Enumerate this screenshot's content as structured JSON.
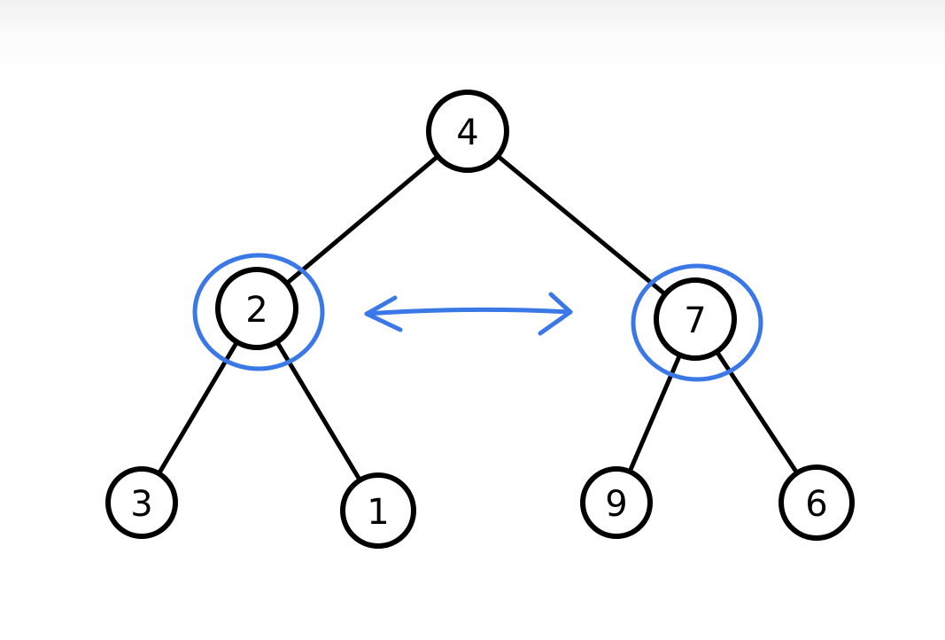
{
  "tree": {
    "nodes": [
      {
        "id": "n4",
        "label": "4"
      },
      {
        "id": "n2",
        "label": "2",
        "highlighted": true
      },
      {
        "id": "n7",
        "label": "7",
        "highlighted": true
      },
      {
        "id": "n3",
        "label": "3"
      },
      {
        "id": "n1",
        "label": "1"
      },
      {
        "id": "n9",
        "label": "9"
      },
      {
        "id": "n6",
        "label": "6"
      }
    ],
    "edges": [
      {
        "from": "n4",
        "to": "n2"
      },
      {
        "from": "n4",
        "to": "n7"
      },
      {
        "from": "n2",
        "to": "n3"
      },
      {
        "from": "n2",
        "to": "n1"
      },
      {
        "from": "n7",
        "to": "n9"
      },
      {
        "from": "n7",
        "to": "n6"
      }
    ],
    "swap": {
      "between": [
        "n2",
        "n7"
      ],
      "direction": "bidirectional"
    }
  },
  "colors": {
    "ink": "#000000",
    "highlight": "#3b78e7",
    "background": "#ffffff"
  }
}
